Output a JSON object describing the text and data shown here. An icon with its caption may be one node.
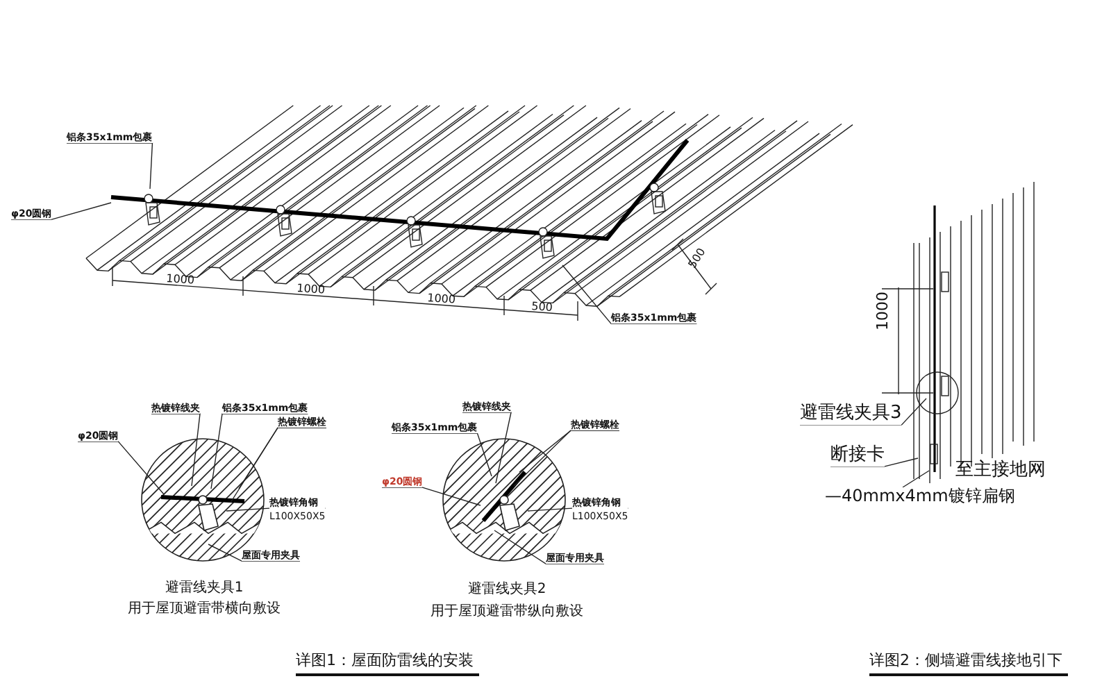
{
  "diagram": {
    "nodes": [
      {
        "text": [
          "铝条35x1mm包裹"
        ]
      },
      {
        "text": [
          "φ20圆钢"
        ]
      },
      {
        "text": [
          "铝条35x1mm包裹"
        ]
      },
      {
        "text": [
          "φ20圆钢"
        ]
      },
      {
        "text": [
          "热镀锌线夹"
        ]
      },
      {
        "text": [
          "铝条35x1mm包裹"
        ]
      },
      {
        "text": [
          "热镀锌螺栓"
        ]
      },
      {
        "text": [
          "热镀锌角钢",
          "L100X50X5"
        ]
      },
      {
        "text": [
          "屋面专用夹具"
        ]
      },
      {
        "text": [
          "热镀锌线夹"
        ]
      },
      {
        "text": [
          "铝条35x1mm包裹"
        ]
      },
      {
        "text": [
          "热镀锌螺栓"
        ]
      },
      {
        "text": [
          "φ20圆钢"
        ]
      },
      {
        "text": [
          "热镀锌角钢",
          "L100X50X5"
        ]
      },
      {
        "text": [
          "屋面专用夹具"
        ]
      },
      {
        "text": [
          "避雷线夹具3"
        ]
      },
      {
        "text": [
          "断接卡"
        ]
      },
      {
        "text": [
          "—40mmx4mm镀锌扁钢"
        ]
      }
    ],
    "edges": [
      {
        "from": 0,
        "to": null,
        "arrow": "none"
      },
      {
        "from": 1,
        "to": null,
        "arrow": "none"
      },
      {
        "from": 2,
        "to": null,
        "arrow": "none"
      },
      {
        "from": 3,
        "to": null,
        "arrow": "none"
      },
      {
        "from": 4,
        "to": null,
        "arrow": "none"
      },
      {
        "from": 5,
        "to": null,
        "arrow": "none"
      },
      {
        "from": 6,
        "to": null,
        "arrow": "none"
      },
      {
        "from": 6,
        "to": null,
        "arrow": "none"
      },
      {
        "from": 7,
        "to": null,
        "arrow": "none"
      },
      {
        "from": 8,
        "to": null,
        "arrow": "none"
      },
      {
        "from": 9,
        "to": null,
        "arrow": "none"
      },
      {
        "from": 10,
        "to": null,
        "arrow": "none"
      },
      {
        "from": 11,
        "to": null,
        "arrow": "none"
      },
      {
        "from": 11,
        "to": null,
        "arrow": "none"
      },
      {
        "from": 12,
        "to": null,
        "arrow": "none"
      },
      {
        "from": 13,
        "to": null,
        "arrow": "none"
      },
      {
        "from": 14,
        "to": null,
        "arrow": "none"
      },
      {
        "from": 15,
        "to": null,
        "arrow": "none"
      },
      {
        "from": 16,
        "to": null,
        "arrow": "none"
      },
      {
        "from": 17,
        "to": null,
        "arrow": "none"
      }
    ],
    "labels": [
      "1000",
      "1000",
      "1000",
      "500",
      "500",
      "避雷线夹具1",
      "用于屋顶避雷带横向敷设",
      "避雷线夹具2",
      "用于屋顶避雷带纵向敷设",
      "1000",
      "至主接地网",
      "详图1：屋面防雷线的安装",
      "详图2：侧墙避雷线接地引下"
    ]
  }
}
